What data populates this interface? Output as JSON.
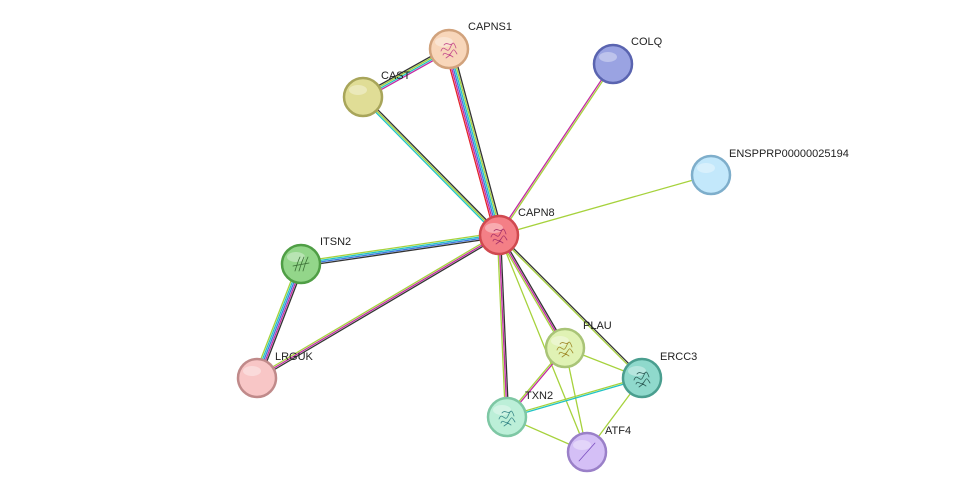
{
  "network": {
    "nodes": [
      {
        "id": "CAPN8",
        "label": "CAPN8",
        "fill": "#f47f86",
        "stroke": "#d0494f",
        "structure": true,
        "glyph_color": "#a8326a"
      },
      {
        "id": "CAPNS1",
        "label": "CAPNS1",
        "fill": "#f8d6ba",
        "stroke": "#d1a27c",
        "structure": true,
        "glyph_color": "#c44b8c"
      },
      {
        "id": "CAST",
        "label": "CAST",
        "fill": "#e0dd96",
        "stroke": "#a8a55a",
        "structure": false
      },
      {
        "id": "COLQ",
        "label": "COLQ",
        "fill": "#9aa3e2",
        "stroke": "#5a64b0",
        "structure": false
      },
      {
        "id": "ENSPPRP00000025194",
        "label": "ENSPPRP00000025194",
        "fill": "#c3e8fb",
        "stroke": "#7eaecb",
        "structure": false
      },
      {
        "id": "ITSN2",
        "label": "ITSN2",
        "fill": "#93d68a",
        "stroke": "#4f9e45",
        "structure": true,
        "glyph_color": "#3a6e35"
      },
      {
        "id": "LRGUK",
        "label": "LRGUK",
        "fill": "#f8c6c6",
        "stroke": "#c08a8a",
        "structure": false
      },
      {
        "id": "PLAU",
        "label": "PLAU",
        "fill": "#e0f2b4",
        "stroke": "#a9c477",
        "structure": true,
        "glyph_color": "#a08a2a"
      },
      {
        "id": "ERCC3",
        "label": "ERCC3",
        "fill": "#8fd9cc",
        "stroke": "#4a9e8f",
        "structure": true,
        "glyph_color": "#2e5e58"
      },
      {
        "id": "TXN2",
        "label": "TXN2",
        "fill": "#bcefd8",
        "stroke": "#7ec7a4",
        "structure": true,
        "glyph_color": "#3a8a8a"
      },
      {
        "id": "ATF4",
        "label": "ATF4",
        "fill": "#d4bff6",
        "stroke": "#9a80c8",
        "structure": true,
        "glyph_color": "#7b4fc0"
      }
    ],
    "edges": [
      {
        "from": "CAPN8",
        "to": "CAPNS1",
        "evidence": [
          "#e3242b",
          "#c32aa3",
          "#3d7ae0",
          "#22c4c4",
          "#a6d23c",
          "#333333"
        ]
      },
      {
        "from": "CAPN8",
        "to": "CAST",
        "evidence": [
          "#22c4c4",
          "#a6d23c",
          "#333333"
        ]
      },
      {
        "from": "CAPNS1",
        "to": "CAST",
        "evidence": [
          "#c32aa3",
          "#22c4c4",
          "#a6d23c",
          "#333333"
        ]
      },
      {
        "from": "CAPN8",
        "to": "COLQ",
        "evidence": [
          "#c32aa3",
          "#a6d23c"
        ]
      },
      {
        "from": "CAPN8",
        "to": "ENSPPRP00000025194",
        "evidence": [
          "#a6d23c"
        ]
      },
      {
        "from": "CAPN8",
        "to": "ITSN2",
        "evidence": [
          "#333333",
          "#3d7ae0",
          "#22c4c4",
          "#a6d23c"
        ]
      },
      {
        "from": "CAPN8",
        "to": "LRGUK",
        "evidence": [
          "#333333",
          "#c32aa3",
          "#a6d23c"
        ]
      },
      {
        "from": "ITSN2",
        "to": "LRGUK",
        "evidence": [
          "#333333",
          "#c32aa3",
          "#3d7ae0",
          "#22c4c4",
          "#a6d23c"
        ]
      },
      {
        "from": "CAPN8",
        "to": "PLAU",
        "evidence": [
          "#333333",
          "#c32aa3",
          "#a6d23c"
        ]
      },
      {
        "from": "CAPN8",
        "to": "ERCC3",
        "evidence": [
          "#333333",
          "#a6d23c"
        ]
      },
      {
        "from": "CAPN8",
        "to": "TXN2",
        "evidence": [
          "#333333",
          "#c32aa3",
          "#a6d23c"
        ]
      },
      {
        "from": "CAPN8",
        "to": "ATF4",
        "evidence": [
          "#a6d23c"
        ]
      },
      {
        "from": "PLAU",
        "to": "ERCC3",
        "evidence": [
          "#a6d23c"
        ]
      },
      {
        "from": "PLAU",
        "to": "TXN2",
        "evidence": [
          "#c32aa3",
          "#a6d23c"
        ]
      },
      {
        "from": "PLAU",
        "to": "ATF4",
        "evidence": [
          "#a6d23c"
        ]
      },
      {
        "from": "ERCC3",
        "to": "TXN2",
        "evidence": [
          "#22c4c4",
          "#a6d23c"
        ]
      },
      {
        "from": "ERCC3",
        "to": "ATF4",
        "evidence": [
          "#a6d23c"
        ]
      },
      {
        "from": "TXN2",
        "to": "ATF4",
        "evidence": [
          "#a6d23c"
        ]
      }
    ]
  }
}
